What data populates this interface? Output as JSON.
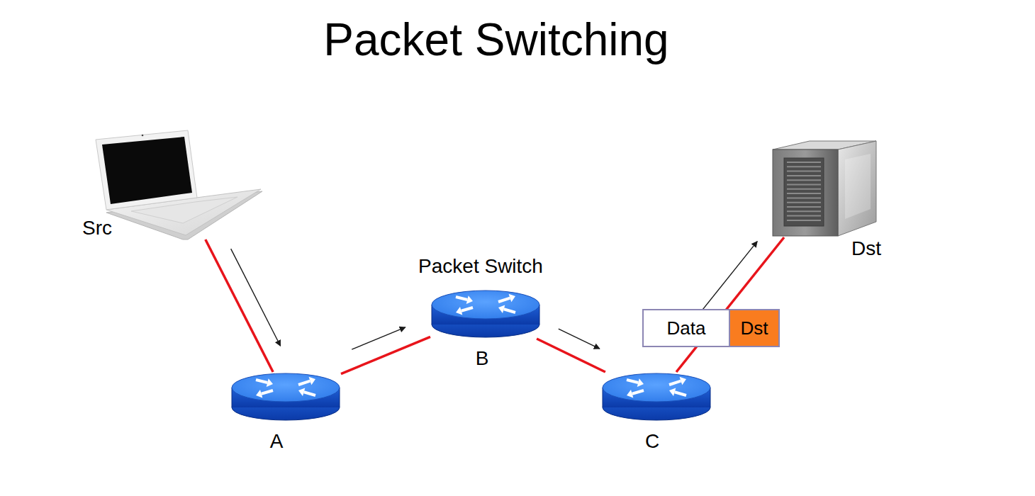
{
  "diagram": {
    "title": "Packet Switching",
    "nodes": [
      {
        "text": [
          "Src"
        ]
      },
      {
        "text": [
          "A"
        ]
      },
      {
        "text": [
          "Packet Switch",
          "B"
        ]
      },
      {
        "text": [
          "C"
        ]
      },
      {
        "text": [
          "Dst"
        ]
      },
      {
        "text": [
          "Data",
          "Dst"
        ]
      }
    ],
    "edges": [
      {
        "from": 0,
        "to": 1,
        "arrow": "to"
      },
      {
        "from": 1,
        "to": 2,
        "arrow": "to"
      },
      {
        "from": 2,
        "to": 3,
        "arrow": "to"
      },
      {
        "from": 3,
        "to": 4,
        "arrow": "to"
      }
    ]
  }
}
